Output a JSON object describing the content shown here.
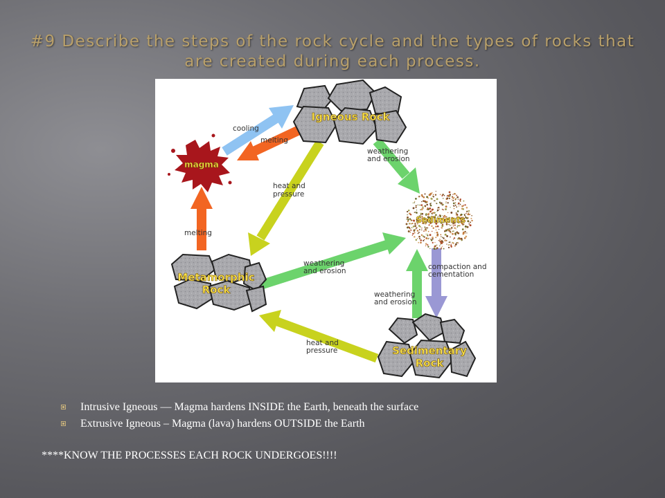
{
  "slide": {
    "title": "#9 Describe the steps of the rock cycle and the types of rocks that are created during each process."
  },
  "diagram": {
    "nodes": {
      "igneous": "Igneous Rock",
      "magma": "magma",
      "sediments": "Sediments",
      "metamorphic_line1": "Metamorphic",
      "metamorphic_line2": "Rock",
      "sedimentary_line1": "Sedimentary",
      "sedimentary_line2": "Rock"
    },
    "arrows": {
      "cooling": "cooling",
      "melting_top": "melting",
      "heat_pressure_left_1": "heat and",
      "heat_pressure_left_2": "pressure",
      "weathering_top_1": "weathering",
      "weathering_top_2": "and erosion",
      "melting_left": "melting",
      "weathering_mid_1": "weathering",
      "weathering_mid_2": "and erosion",
      "compaction_1": "compaction and",
      "compaction_2": "cementation",
      "weathering_bottom_1": "weathering",
      "weathering_bottom_2": "and erosion",
      "heat_pressure_bottom_1": "heat and",
      "heat_pressure_bottom_2": "pressure"
    },
    "colors": {
      "blue_arrow": "#8fc3f2",
      "orange_arrow": "#f26522",
      "yellow_green_arrow": "#c8d21e",
      "green_arrow": "#6cd36c",
      "purple_arrow": "#9a98d4",
      "magma": "#a8161c"
    }
  },
  "bullets": [
    "Intrusive Igneous — Magma hardens INSIDE the Earth, beneath the surface",
    "Extrusive Igneous – Magma (lava) hardens OUTSIDE the Earth"
  ],
  "note": "****KNOW THE PROCESSES EACH ROCK UNDERGOES!!!!"
}
